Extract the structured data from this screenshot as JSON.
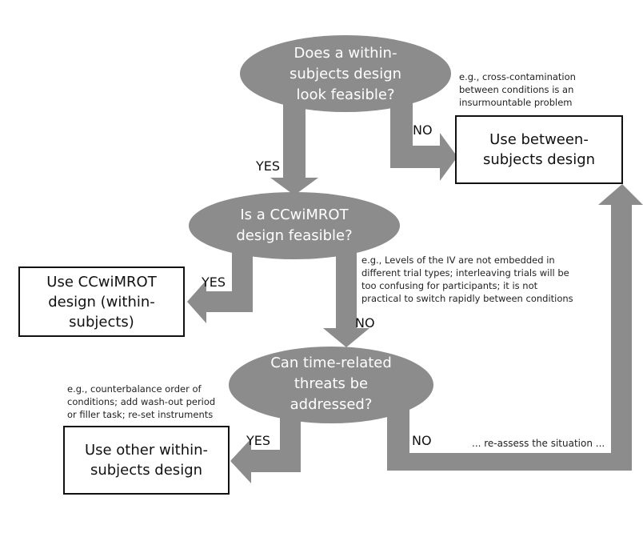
{
  "colors": {
    "arrow": "#8c8c8c",
    "ellipse": "#8c8c8c",
    "box_border": "#111111",
    "decision_text": "#ffffff"
  },
  "decisions": {
    "d1": "Does a within-subjects design look feasible?",
    "d2": "Is a CCwiMROT design feasible?",
    "d3": "Can time-related threats be addressed?"
  },
  "decision_lines": {
    "d1": [
      "Does a within-",
      "subjects design",
      "look feasible?"
    ],
    "d2": [
      "Is a CCwiMROT",
      "design feasible?"
    ],
    "d3": [
      "Can time-related",
      "threats be",
      "addressed?"
    ]
  },
  "outcomes": {
    "between": [
      "Use between-",
      "subjects design"
    ],
    "ccwimrot": [
      "Use CCwiMROT",
      "design (within-",
      "subjects)"
    ],
    "other": [
      "Use other within-",
      "subjects design"
    ]
  },
  "labels": {
    "yes1": "YES",
    "no1": "NO",
    "yes2": "YES",
    "no2": "NO",
    "yes3": "YES",
    "no3": "NO",
    "reassess": "... re-assess the situation ..."
  },
  "notes": {
    "n1": [
      "e.g., cross-contamination",
      "between conditions is an",
      "insurmountable problem"
    ],
    "n2": [
      "e.g., Levels of the IV are not embedded in",
      "different trial types; interleaving trials will be",
      "too confusing for participants; it is not",
      "practical to switch rapidly between conditions"
    ],
    "n3": [
      "e.g., counterbalance order of",
      "conditions; add wash-out period",
      "or filler task; re-set instruments"
    ]
  }
}
